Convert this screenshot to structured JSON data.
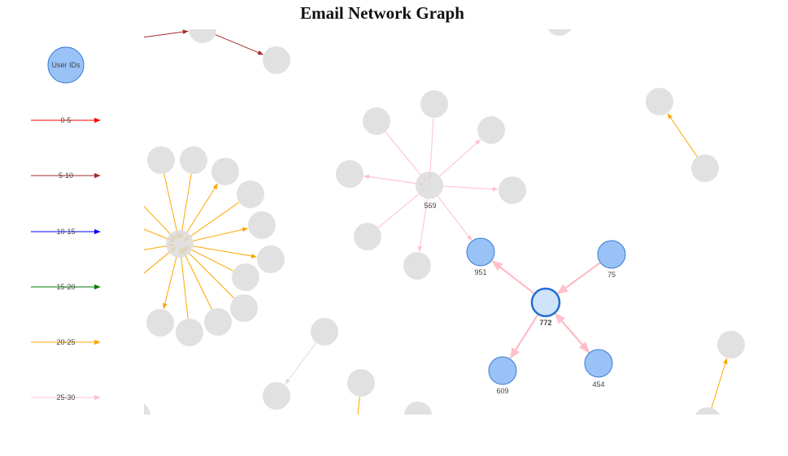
{
  "title": "Email Network Graph",
  "legend": {
    "node_label": "User IDs",
    "node_color": "#99c2f7",
    "ranges": [
      {
        "label": "0-5",
        "color": "#ff0000"
      },
      {
        "label": "5-10",
        "color": "#a52a2a"
      },
      {
        "label": "10-15",
        "color": "#0000ff"
      },
      {
        "label": "15-20",
        "color": "#008000"
      },
      {
        "label": "20-25",
        "color": "#ffa500"
      },
      {
        "label": "25-30",
        "color": "#ffc0cb"
      }
    ]
  },
  "graph": {
    "highlight_node": "772",
    "labeled_nodes": [
      "569",
      "951",
      "75",
      "772",
      "609",
      "454"
    ],
    "colors": {
      "faded_node": "#dcdcdc",
      "highlight_fill": "#cfe3fb",
      "highlight_stroke": "#1f6fd1",
      "neighbor_fill": "#99c2f7",
      "neighbor_stroke": "#3a7bd5"
    }
  }
}
